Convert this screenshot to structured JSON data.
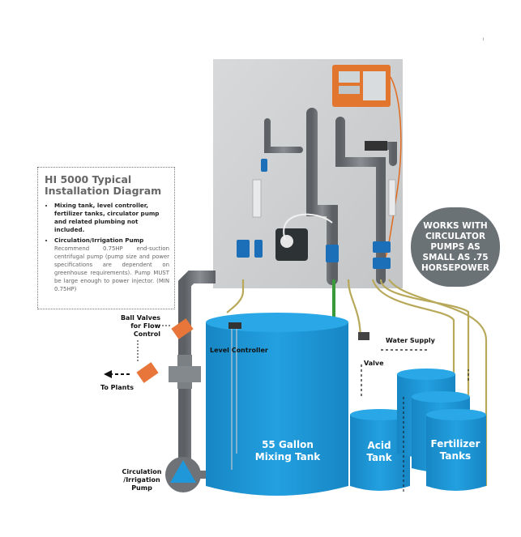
{
  "note": {
    "title_line1": "HI 5000 Typical",
    "title_line2": "Installation Diagram",
    "bullet1": "Mixing tank, level controller, fertilizer tanks, circulator pump and related plumbing not included.",
    "bullet2_title": "Circulation/Irrigation Pump",
    "bullet2_text": "Recommend 0.75HP end-suction centrifugal pump (pump size and power specifications are dependent on greenhouse requirements). Pump MUST be large enough to power injector. (MIN 0.75HP)"
  },
  "badge": {
    "line1": "WORKS WITH",
    "line2": "CIRCULATOR",
    "line3": "PUMPS AS",
    "line4": "SMALL AS .75",
    "line5": "HORSEPOWER"
  },
  "labels": {
    "ball_valves_1": "Ball Valves",
    "ball_valves_2": "for Flow",
    "ball_valves_3": "Control",
    "to_plants": "To Plants",
    "level_controller": "Level Controller",
    "water_supply": "Water Supply",
    "valve": "Valve",
    "pump_1": "Circulation",
    "pump_2": "/Irrigation",
    "pump_3": "Pump"
  },
  "tanks": {
    "mixing_1": "55 Gallon",
    "mixing_2": "Mixing Tank",
    "acid_1": "Acid",
    "acid_2": "Tank",
    "fert_1": "Fertilizer",
    "fert_2": "Tanks"
  },
  "colors": {
    "tank_blue": "#1f97d8",
    "tank_top": "#2aa7e6",
    "pipe_gray": "#6f7377",
    "valve_orange": "#e8763a",
    "badge_gray": "#6b7276",
    "tube_green": "#3a9a3a"
  },
  "tiny_mark": "i"
}
